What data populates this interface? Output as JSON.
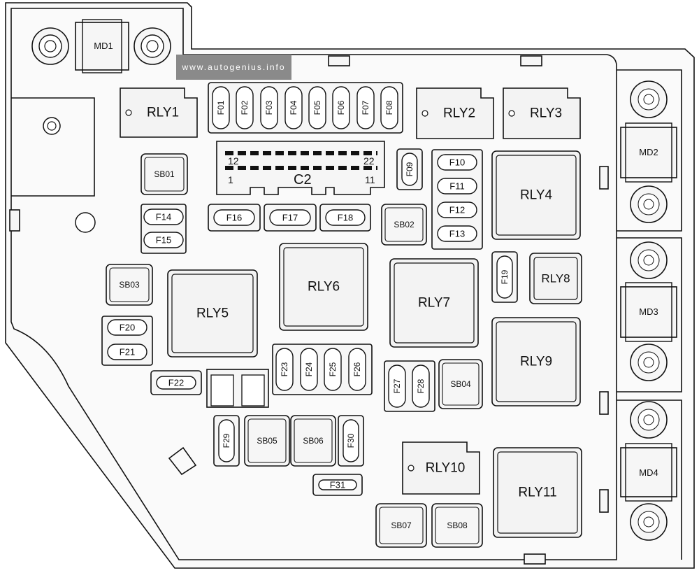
{
  "watermark": "www.autogenius.info",
  "connector": {
    "label": "C2",
    "pin_tl": "12",
    "pin_tr": "22",
    "pin_bl": "1",
    "pin_br": "11"
  },
  "md": {
    "md1": "MD1",
    "md2": "MD2",
    "md3": "MD3",
    "md4": "MD4"
  },
  "relays": {
    "rly1": "RLY1",
    "rly2": "RLY2",
    "rly3": "RLY3",
    "rly4": "RLY4",
    "rly5": "RLY5",
    "rly6": "RLY6",
    "rly7": "RLY7",
    "rly8": "RLY8",
    "rly9": "RLY9",
    "rly10": "RLY10",
    "rly11": "RLY11"
  },
  "sb": {
    "sb01": "SB01",
    "sb02": "SB02",
    "sb03": "SB03",
    "sb04": "SB04",
    "sb05": "SB05",
    "sb06": "SB06",
    "sb07": "SB07",
    "sb08": "SB08"
  },
  "fuses": {
    "f01": "F01",
    "f02": "F02",
    "f03": "F03",
    "f04": "F04",
    "f05": "F05",
    "f06": "F06",
    "f07": "F07",
    "f08": "F08",
    "f09": "F09",
    "f10": "F10",
    "f11": "F11",
    "f12": "F12",
    "f13": "F13",
    "f14": "F14",
    "f15": "F15",
    "f16": "F16",
    "f17": "F17",
    "f18": "F18",
    "f19": "F19",
    "f20": "F20",
    "f21": "F21",
    "f22": "F22",
    "f23": "F23",
    "f24": "F24",
    "f25": "F25",
    "f26": "F26",
    "f27": "F27",
    "f28": "F28",
    "f29": "F29",
    "f30": "F30",
    "f31": "F31"
  }
}
